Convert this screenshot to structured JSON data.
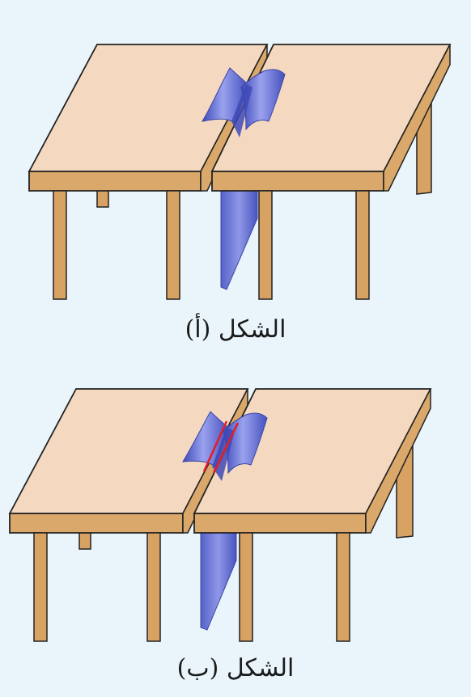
{
  "figures": [
    {
      "id": "a",
      "caption": "الشكل (أ)",
      "shows_contact_line": false
    },
    {
      "id": "b",
      "caption": "الشكل (ب)",
      "shows_contact_line": true
    }
  ],
  "colors": {
    "background": "#eaf5fb",
    "table_top": "#f4d9c0",
    "table_edge": "#d9a86a",
    "leg": "#d7a262",
    "cloth": "#5561c8",
    "cloth_light": "#8f98e8",
    "contact_line": "#e0202a"
  }
}
